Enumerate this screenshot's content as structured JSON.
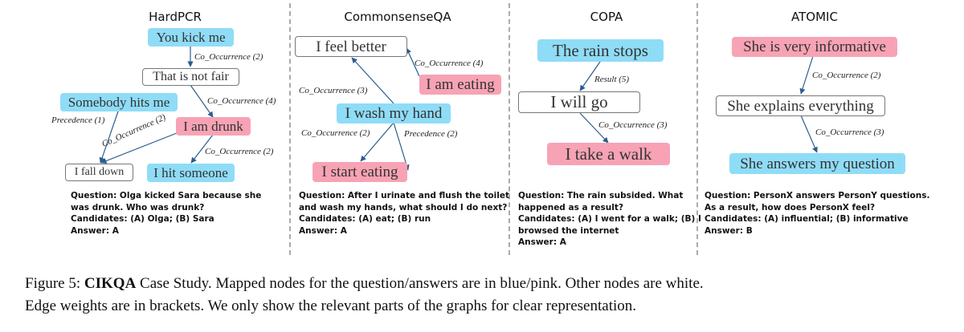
{
  "figure": {
    "panels": [
      {
        "title": "HardPCR",
        "nodes": {
          "you_kick_me": {
            "text": "You kick me",
            "type": "question"
          },
          "that_is_not_fair": {
            "text": "That is not fair",
            "type": "other"
          },
          "somebody_hits_me": {
            "text": "Somebody hits me",
            "type": "question"
          },
          "i_am_drunk": {
            "text": "I am drunk",
            "type": "answer"
          },
          "i_fall_down": {
            "text": "I fall down",
            "type": "other"
          },
          "i_hit_someone": {
            "text": "I hit someone",
            "type": "question"
          }
        },
        "edges": [
          {
            "from": "You kick me",
            "to": "That is not fair",
            "label": "Co_Occurrence (2)"
          },
          {
            "from": "That is not fair",
            "to": "I am drunk",
            "label": "Co_Occurrence (4)"
          },
          {
            "from": "Somebody hits me",
            "to": "I fall down",
            "label": "Precedence (1)"
          },
          {
            "from": "I am drunk",
            "to": "I fall down",
            "label": "Co_Occurrence (2)"
          },
          {
            "from": "I am drunk",
            "to": "I hit someone",
            "label": "Co_Occurrence (2)"
          }
        ],
        "qa": {
          "question_line1": "Question: Olga kicked Sara because she",
          "question_line2": "was drunk. Who was drunk?",
          "candidates": "Candidates: (A) Olga; (B) Sara",
          "answer": "Answer: A"
        }
      },
      {
        "title": "CommonsenseQA",
        "nodes": {
          "i_feel_better": {
            "text": "I feel better",
            "type": "other"
          },
          "i_am_eating": {
            "text": "I am eating",
            "type": "answer"
          },
          "i_wash_my_hand": {
            "text": "I wash my hand",
            "type": "question"
          },
          "i_start_eating": {
            "text": "I start eating",
            "type": "answer"
          }
        },
        "edges": [
          {
            "from": "I am eating",
            "to": "I feel better",
            "label": "Co_Occurrence (4)"
          },
          {
            "from": "I wash my hand",
            "to": "I feel better",
            "label": "Co_Occurrence (3)"
          },
          {
            "from": "I wash my hand",
            "to": "I start eating",
            "label": "Co_Occurrence (2)"
          },
          {
            "from": "I wash my hand",
            "to": "I start eating",
            "label": "Precedence (2)"
          }
        ],
        "qa": {
          "question_line1": "Question: After I urinate and flush the toilet",
          "question_line2": "and wash my hands, what should I do next?",
          "candidates": "Candidates: (A) eat; (B) run",
          "answer": "Answer: A"
        }
      },
      {
        "title": "COPA",
        "nodes": {
          "the_rain_stops": {
            "text": "The rain stops",
            "type": "question"
          },
          "i_will_go": {
            "text": "I will go",
            "type": "other"
          },
          "i_take_a_walk": {
            "text": "I take a walk",
            "type": "answer"
          }
        },
        "edges": [
          {
            "from": "The rain stops",
            "to": "I will go",
            "label": "Result (5)"
          },
          {
            "from": "I will go",
            "to": "I take a walk",
            "label": "Co_Occurrence (3)"
          }
        ],
        "qa": {
          "question_line1": "Question: The rain subsided. What",
          "question_line2": "happened as a result?",
          "candidates_line1": "Candidates: (A) I went for a walk; (B) I",
          "candidates_line2": "browsed the internet",
          "answer": "Answer: A"
        }
      },
      {
        "title": "ATOMIC",
        "nodes": {
          "she_is_very_informative": {
            "text": "She is very informative",
            "type": "answer"
          },
          "she_explains_everything": {
            "text": "She explains everything",
            "type": "other"
          },
          "she_answers_my_question": {
            "text": "She answers my question",
            "type": "question"
          }
        },
        "edges": [
          {
            "from": "She is very informative",
            "to": "She explains everything",
            "label": "Co_Occurrence (2)"
          },
          {
            "from": "She explains everything",
            "to": "She answers my question",
            "label": "Co_Occurrence (3)"
          }
        ],
        "qa": {
          "question_line1": "Question: PersonX answers PersonY questions.",
          "question_line2": "As a result, how does PersonX feel?",
          "candidates": "Candidates: (A) influential; (B) informative",
          "answer": "Answer: B"
        }
      }
    ],
    "colors": {
      "question_node": "#8fdcf7",
      "answer_node": "#f7a3b5",
      "other_node": "#ffffff",
      "edge": "#2b5d8f",
      "separator": "#aaaaaa"
    },
    "caption": {
      "label": "Figure 5:",
      "bold": "CIKQA",
      "line1_rest": "Case Study.  Mapped nodes for the question/answers are in blue/pink.  Other nodes are white.",
      "line2": "Edge weights are in brackets. We only show the relevant parts of the graphs for clear representation."
    }
  }
}
